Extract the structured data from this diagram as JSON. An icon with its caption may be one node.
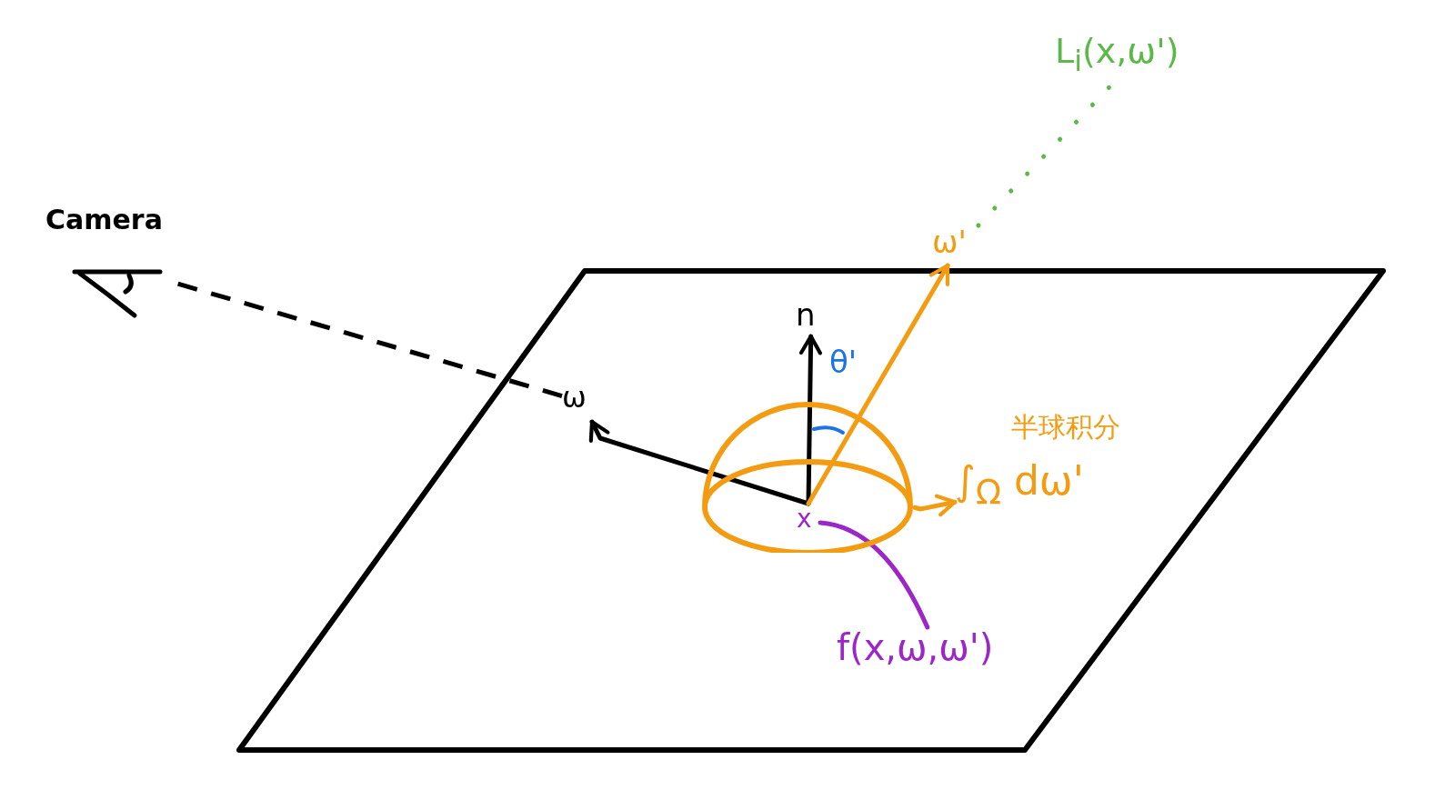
{
  "diagram": {
    "nodes": [
      {
        "text": [
          "Camera"
        ]
      },
      {
        "text": [
          "ω"
        ]
      },
      {
        "text": [
          "n"
        ]
      },
      {
        "text": [
          "ω'"
        ]
      },
      {
        "text": [
          "L$_{i}$(x,ω')"
        ]
      },
      {
        "text": [
          "θ'"
        ]
      },
      {
        "text": [
          "x"
        ],
        "in": 7
      },
      {
        "text": [],
        "shape": "hemisphere"
      },
      {
        "text": [
          "半球积分",
          "∫$_{Ω}$ dω'"
        ]
      },
      {
        "text": [
          "f(x,ω,ω')"
        ]
      }
    ],
    "edges": [
      {
        "from": 6,
        "to": 1,
        "arrow": "to"
      },
      {
        "from": 1,
        "to": 0,
        "arrow": "none",
        "style": "dashed"
      },
      {
        "from": 6,
        "to": 2,
        "arrow": "to"
      },
      {
        "from": 6,
        "to": 3,
        "arrow": "to",
        "color": "#f39c12"
      },
      {
        "from": 3,
        "to": 4,
        "arrow": "none",
        "style": "dashed",
        "color": "#5cb848"
      },
      {
        "from": 7,
        "to": 8,
        "arrow": "to",
        "color": "#f39c12"
      },
      {
        "from": 9,
        "to": 6,
        "arrow": "none",
        "color": "#9b27c8"
      }
    ]
  }
}
